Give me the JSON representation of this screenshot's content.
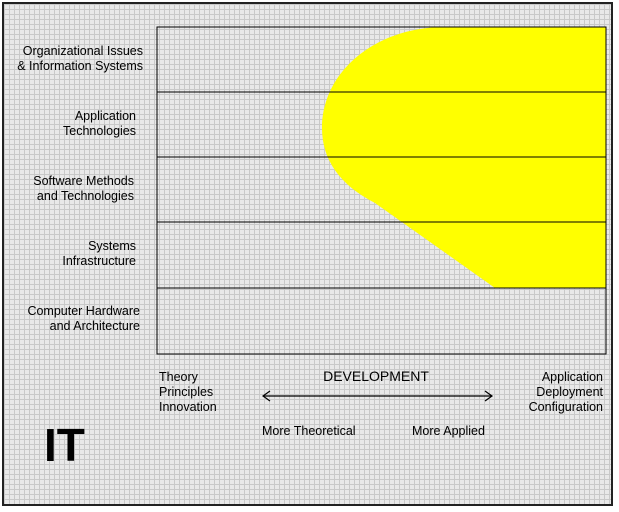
{
  "rows": [
    {
      "line1": "Organizational Issues",
      "line2": "& Information Systems"
    },
    {
      "line1": "Application",
      "line2": "Technologies"
    },
    {
      "line1": "Software Methods",
      "line2": "and Technologies"
    },
    {
      "line1": "Systems",
      "line2": "Infrastructure"
    },
    {
      "line1": "Computer Hardware",
      "line2": "and Architecture"
    }
  ],
  "left_end": [
    "Theory",
    "Principles",
    "Innovation"
  ],
  "right_end": [
    "Application",
    "Deployment",
    "Configuration"
  ],
  "axis_title": "DEVELOPMENT",
  "left_arrow_label": "More Theoretical",
  "right_arrow_label": "More Applied",
  "big_label": "IT",
  "colors": {
    "highlight": "#ffff00",
    "lines": "#000000"
  }
}
